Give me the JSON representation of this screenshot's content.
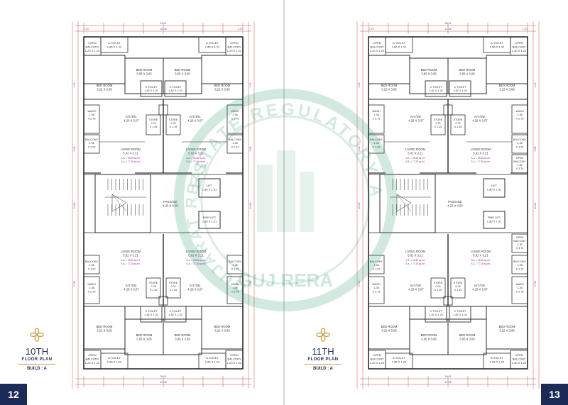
{
  "pages": [
    {
      "floor": "10TH",
      "subtitle": "FLOOR PLAN",
      "build": "BUILD : A",
      "page_number": "12"
    },
    {
      "floor": "11TH",
      "subtitle": "FLOOR PLAN",
      "build": "BUILD : A",
      "page_number": "13"
    }
  ],
  "watermark": {
    "top_text": "ESTATE REGULATORY AUTHORITY",
    "left_text": "GUJARAT REAL",
    "bottom_text": "GUJ RERA"
  },
  "plan": {
    "top_dims": [
      "15.11",
      "12.56",
      "1.20",
      "1.20"
    ],
    "rooms": {
      "open_balcony": [
        "OPEN",
        "BALCONY",
        "1.20 X 1.22"
      ],
      "a_toilet": [
        "A.TOILET",
        "1.86 X 1.22"
      ],
      "bed_room_a": [
        "BED ROOM",
        "3.22 X 3.05"
      ],
      "bed_room_b": [
        "BED ROOM",
        "3.05 X 3.05"
      ],
      "bed_room_c": [
        "BED ROOM",
        "3.22 X 3.66"
      ],
      "c_toilet": [
        "C.TOILET",
        "1.82 X 1.20"
      ],
      "wash": [
        "WASH",
        "1.36",
        "X 2.75"
      ],
      "kit_dn": [
        "KIT./DN.",
        "4.26 X 3.07"
      ],
      "store": [
        "STORE",
        "0.76",
        "X 1.49"
      ],
      "balcony": [
        "BALCONY",
        "1.36",
        "X 1.22"
      ],
      "living_room": [
        "LIVING ROOM",
        "5.02 X 3.21"
      ],
      "lift": [
        "LIFT",
        "1.80 X 1.91"
      ],
      "passage": [
        "PASSAGE",
        "4.25 X 4.05"
      ],
      "fire_lift": [
        "FIRE LIFT",
        "1.80 X 1.91"
      ],
      "open_balcony_side": [
        "OPEN",
        "BALCONY",
        "1.36",
        "X 3.75"
      ]
    },
    "area_text": [
      "S.A. = 95.55 sq.mt.",
      "S.A. = 77.28 sq.mt."
    ],
    "side_dims": [
      "1.20",
      "3.58",
      "16.86",
      "27.54"
    ],
    "bottom_dims": [
      "15.11",
      "12.56"
    ]
  },
  "colors": {
    "wall": "#2a2a2a",
    "dim": "#d04a4a",
    "dimblue": "#5a5ab0",
    "text": "#333333",
    "area": "#9a2a9a",
    "navy": "#1c2a57",
    "gold": "#c9a34a",
    "watermark": "#2e9b6e"
  }
}
